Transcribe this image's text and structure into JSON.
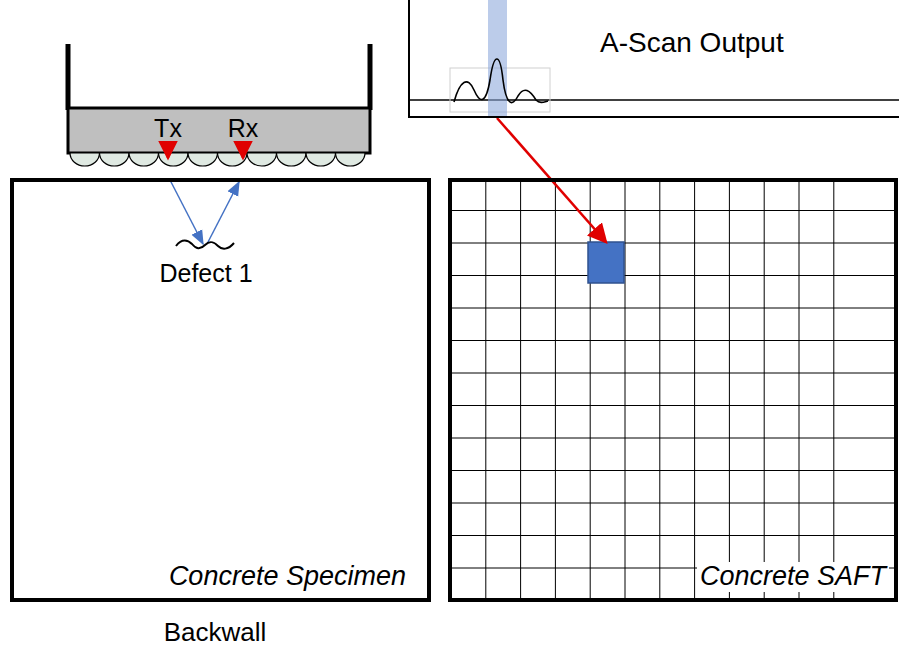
{
  "diagram": {
    "nodes": [
      {
        "text": [
          "A-Scan Output"
        ]
      },
      {
        "text": [
          "Concrete Specimen"
        ]
      },
      {
        "text": [
          "Concrete SAFT"
        ]
      }
    ],
    "edges": [
      {
        "from": 0,
        "to": 2,
        "arrow": "to"
      }
    ],
    "labels": [
      "Tx",
      "Rx",
      "Defect 1",
      "Backwall"
    ]
  }
}
